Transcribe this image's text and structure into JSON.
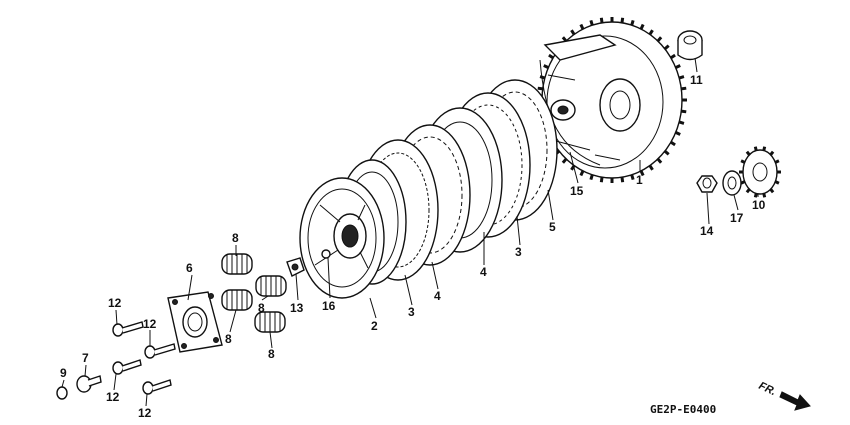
{
  "diagram": {
    "code": "GE2P-E0400",
    "direction_label": "FR.",
    "callouts": [
      {
        "id": "c1",
        "text": "1"
      },
      {
        "id": "c2",
        "text": "2"
      },
      {
        "id": "c3a",
        "text": "3"
      },
      {
        "id": "c3b",
        "text": "3"
      },
      {
        "id": "c4a",
        "text": "4"
      },
      {
        "id": "c4b",
        "text": "4"
      },
      {
        "id": "c5",
        "text": "5"
      },
      {
        "id": "c6",
        "text": "6"
      },
      {
        "id": "c7",
        "text": "7"
      },
      {
        "id": "c8a",
        "text": "8"
      },
      {
        "id": "c8b",
        "text": "8"
      },
      {
        "id": "c8c",
        "text": "8"
      },
      {
        "id": "c8d",
        "text": "8"
      },
      {
        "id": "c9",
        "text": "9"
      },
      {
        "id": "c10",
        "text": "10"
      },
      {
        "id": "c11",
        "text": "11"
      },
      {
        "id": "c12a",
        "text": "12"
      },
      {
        "id": "c12b",
        "text": "12"
      },
      {
        "id": "c12c",
        "text": "12"
      },
      {
        "id": "c12d",
        "text": "12"
      },
      {
        "id": "c13",
        "text": "13"
      },
      {
        "id": "c14",
        "text": "14"
      },
      {
        "id": "c15",
        "text": "15"
      },
      {
        "id": "c16",
        "text": "16"
      },
      {
        "id": "c17",
        "text": "17"
      }
    ]
  }
}
